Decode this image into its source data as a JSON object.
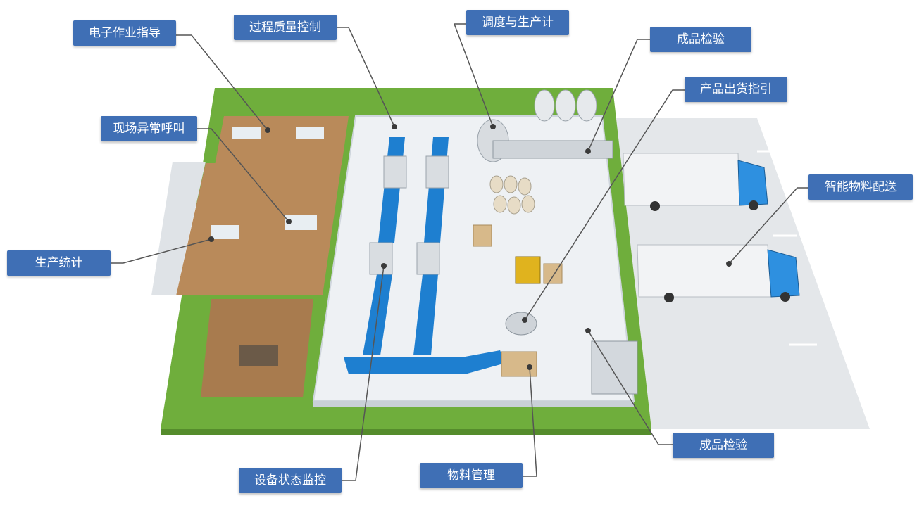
{
  "callouts": [
    {
      "id": "e-work-instruction",
      "text": "电子作业指导"
    },
    {
      "id": "process-qc",
      "text": "过程质量控制"
    },
    {
      "id": "dispatch-plan",
      "text": "调度与生产计"
    },
    {
      "id": "inspection-top",
      "text": "成品检验"
    },
    {
      "id": "shipping-guide",
      "text": "产品出货指引"
    },
    {
      "id": "andon-call",
      "text": "现场异常呼叫"
    },
    {
      "id": "smart-delivery",
      "text": "智能物料配送"
    },
    {
      "id": "production-stats",
      "text": "生产统计"
    },
    {
      "id": "inspection-bottom",
      "text": "成品检验"
    },
    {
      "id": "equipment-monitor",
      "text": "设备状态监控"
    },
    {
      "id": "material-mgmt",
      "text": "物料管理"
    }
  ],
  "colors": {
    "label_bg": "#3f6fb5",
    "grass": "#6fae3c",
    "floor": "#eef1f4",
    "wood": "#b98a5a",
    "conveyor": "#1e7fd0",
    "truck_cab": "#2e90e0",
    "leader_line": "#555555"
  }
}
